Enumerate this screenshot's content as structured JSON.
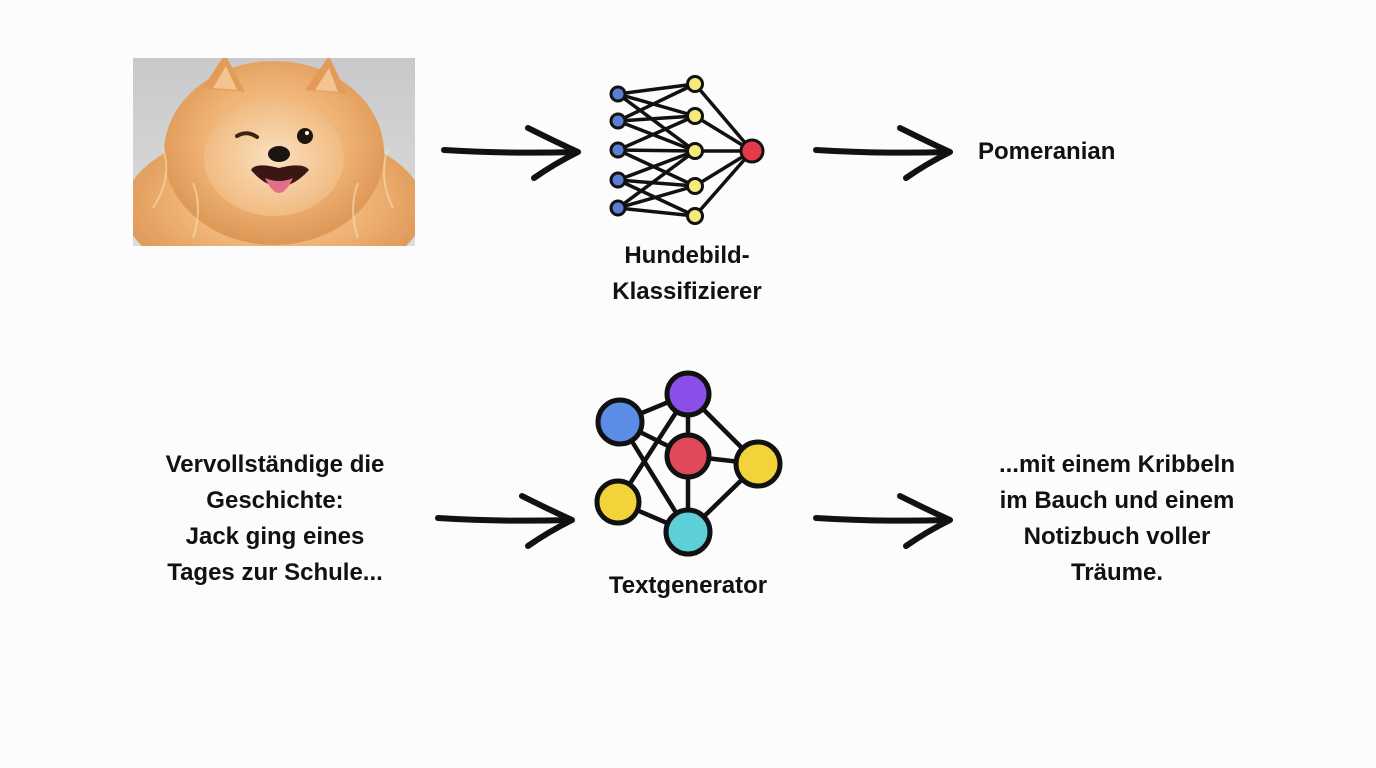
{
  "top_row": {
    "classifier_label_lines": [
      "Hundebild-",
      "Klassifizierer"
    ],
    "output_label": "Pomeranian"
  },
  "bottom_row": {
    "prompt_lines": [
      "Vervollständige die",
      "Geschichte:",
      "Jack ging eines",
      "Tages zur Schule..."
    ],
    "generator_label": "Textgenerator",
    "generated_lines": [
      "...mit einem Kribbeln",
      "im Bauch und einem",
      "Notizbuch voller",
      "Träume."
    ]
  },
  "icons": {
    "photo": "pomeranian-dog-photo",
    "classifier": "neural-network-icon",
    "generator": "graph-network-icon",
    "arrow": "right-arrow-icon"
  },
  "colors": {
    "input_node": "#5a7fd0",
    "hidden_node": "#f5ea7a",
    "output_node": "#e23b4a",
    "gen_blue": "#5b8ce6",
    "gen_purple": "#8a4fe8",
    "gen_red": "#e04a58",
    "gen_yellow": "#f2d43a",
    "gen_cyan": "#5dcfd8",
    "stroke": "#111111"
  }
}
